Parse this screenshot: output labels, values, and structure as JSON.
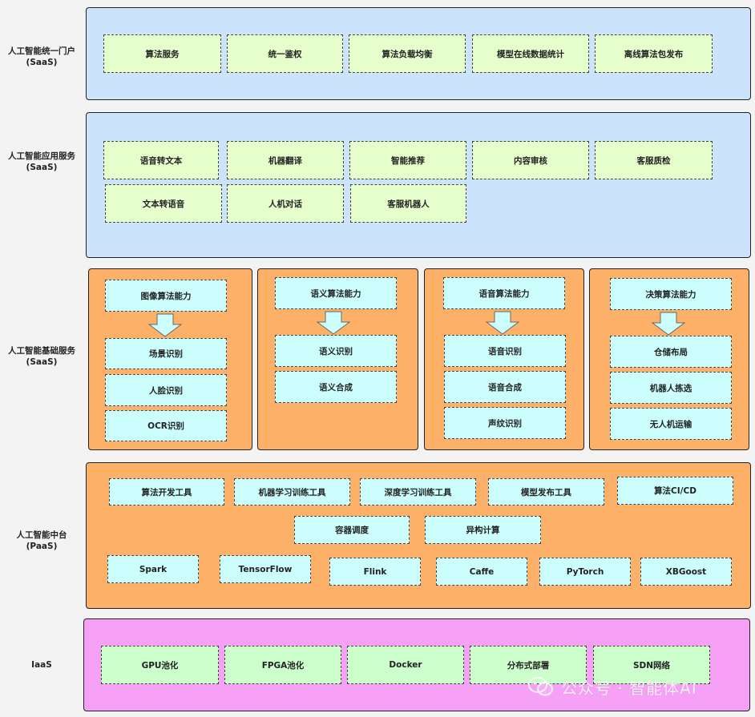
{
  "layers": {
    "portal": {
      "label": "人工智能统一门户\n(SaaS)",
      "items": [
        "算法服务",
        "统一鉴权",
        "算法负载均衡",
        "模型在线数据统计",
        "离线算法包发布"
      ]
    },
    "app": {
      "label": "人工智能应用服务\n(SaaS)",
      "items": [
        "语音转文本",
        "机器翻译",
        "智能推荐",
        "内容审核",
        "客服质检",
        "文本转语音",
        "人机对话",
        "客服机器人"
      ]
    },
    "base": {
      "label": "人工智能基础服务\n(SaaS)",
      "groups": [
        {
          "title": "图像算法能力",
          "items": [
            "场景识别",
            "人脸识别",
            "OCR识别"
          ]
        },
        {
          "title": "语义算法能力",
          "items": [
            "语义识别",
            "语义合成"
          ]
        },
        {
          "title": "语音算法能力",
          "items": [
            "语音识别",
            "语音合成",
            "声纹识别"
          ]
        },
        {
          "title": "决策算法能力",
          "items": [
            "仓储布局",
            "机器人拣选",
            "无人机运输"
          ]
        }
      ]
    },
    "middle": {
      "label": "人工智能中台\n(PaaS)",
      "tools": [
        "算法开发工具",
        "机器学习训练工具",
        "深度学习训练工具",
        "模型发布工具",
        "算法CI/CD"
      ],
      "scheduling": [
        "容器调度",
        "异构计算"
      ],
      "frameworks": [
        "Spark",
        "TensorFlow",
        "Flink",
        "Caffe",
        "PyTorch",
        "XBGoost"
      ]
    },
    "iaas": {
      "label": "IaaS",
      "items": [
        "GPU池化",
        "FPGA池化",
        "Docker",
        "分布式部署",
        "SDN网络"
      ]
    }
  },
  "watermark": "公众号 · 智能体AI",
  "colors": {
    "saas_bg": "#cce4fb",
    "base_bg": "#fdb168",
    "iaas_bg": "#f6a0f6",
    "lime_box": "#e6fdcc",
    "cyan_box": "#ccfefe",
    "mint_box": "#ccffcc"
  }
}
